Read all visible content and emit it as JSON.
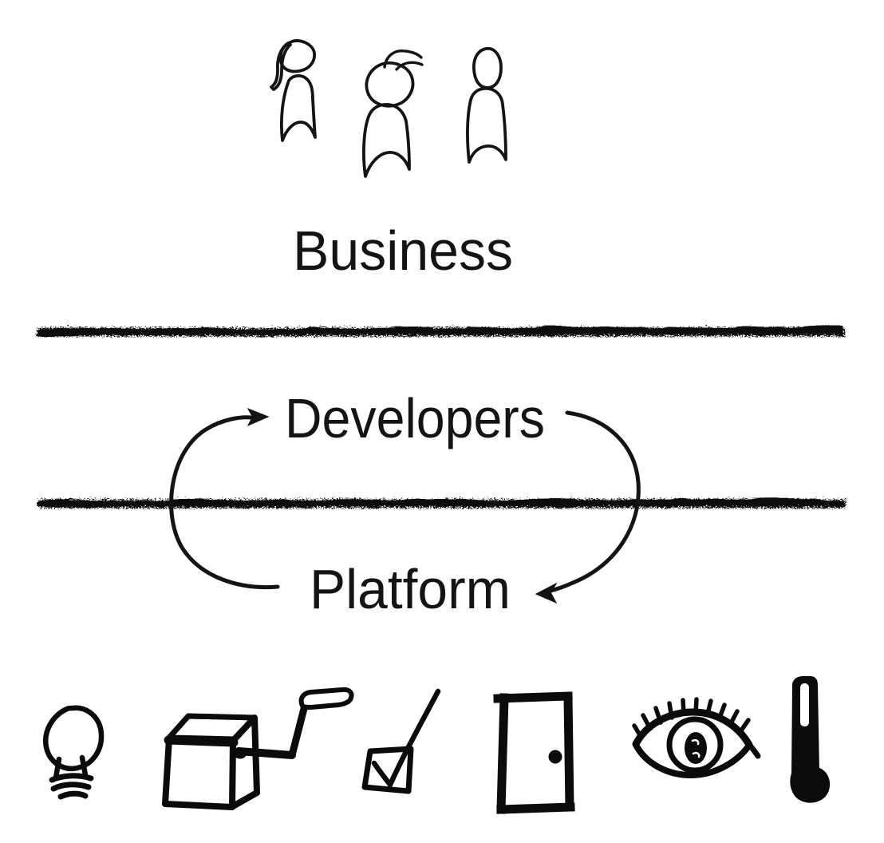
{
  "canvas": {
    "background": "#ffffff",
    "ink": "#141414"
  },
  "labels": {
    "business": "Business",
    "developers": "Developers",
    "platform": "Platform"
  },
  "people_row": {
    "figures": [
      "person-ponytail",
      "person-bun",
      "person-plain"
    ]
  },
  "dividers": [
    "top-scribble-line",
    "bottom-scribble-line"
  ],
  "cycle_arrows": [
    "platform-to-developers",
    "developers-to-platform"
  ],
  "icon_row": [
    "lightbulb",
    "crank-box",
    "checkbox",
    "door",
    "eye",
    "thermometer"
  ]
}
